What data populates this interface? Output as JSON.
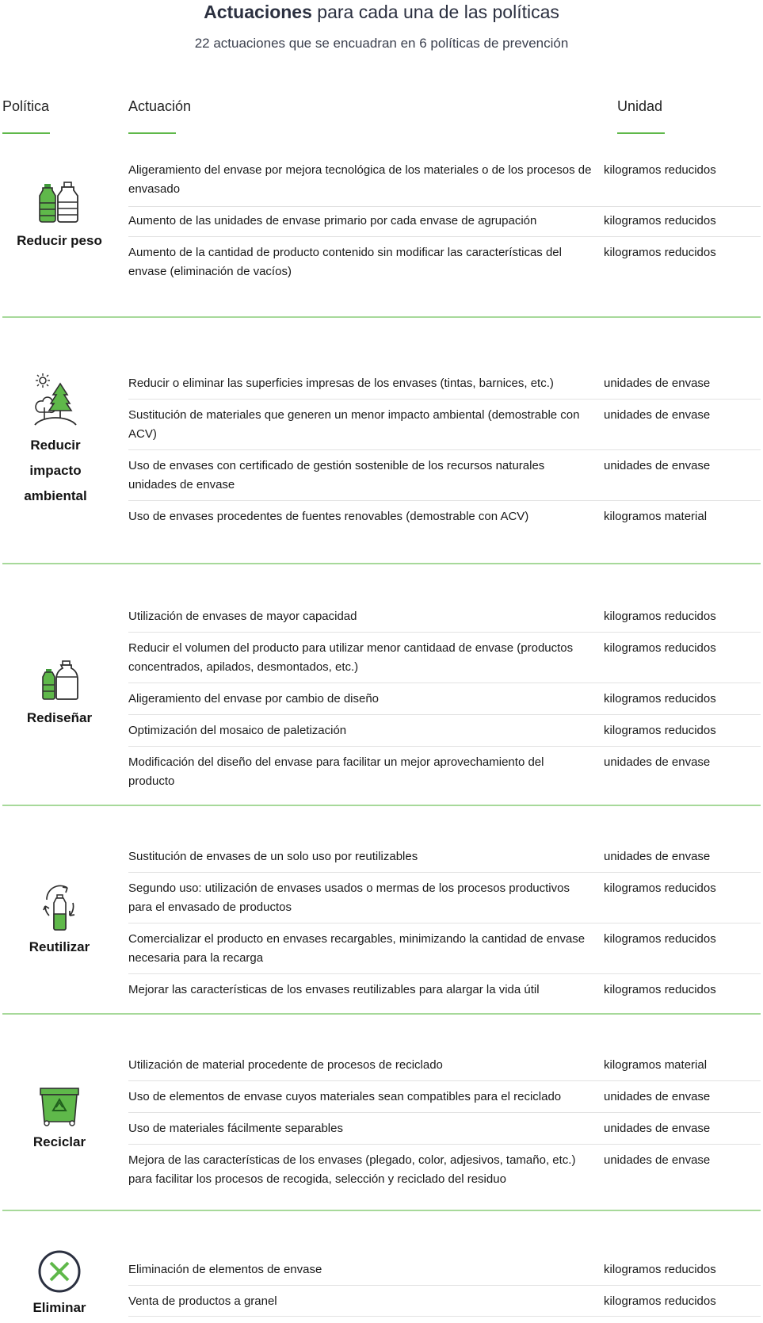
{
  "header": {
    "title_bold": "Actuaciones",
    "title_rest": " para cada una de las políticas",
    "subtitle": "22 actuaciones que se encuadran en 6 políticas de prevención"
  },
  "columns": {
    "policy": "Política",
    "action": "Actuación",
    "unit": "Unidad"
  },
  "colors": {
    "accent": "#5fb84a",
    "separator": "#a7d99a"
  },
  "policies": [
    {
      "name": "Reducir peso",
      "icon": "bottles-icon",
      "actions": [
        {
          "text": "Aligeramiento del envase por mejora tecnológica de los materiales o de los procesos de envasado",
          "unit": "kilogramos reducidos"
        },
        {
          "text": "Aumento de las unidades de envase primario por cada envase de agrupación",
          "unit": "kilogramos reducidos"
        },
        {
          "text": "Aumento de la cantidad de producto contenido sin modificar las características del envase (eliminación de vacíos)",
          "unit": "kilogramos reducidos"
        }
      ]
    },
    {
      "name": "Reducir impacto ambiental",
      "icon": "tree-sun-icon",
      "actions": [
        {
          "text": "Reducir o eliminar las superficies impresas de los envases (tintas, barnices, etc.)",
          "unit": "unidades de envase"
        },
        {
          "text": "Sustitución de materiales que generen un menor impacto ambiental (demostrable con ACV)",
          "unit": "unidades de envase"
        },
        {
          "text": "Uso de envases con certificado de gestión sostenible de los recursos naturales unidades de envase",
          "unit": "unidades de envase"
        },
        {
          "text": "Uso de envases procedentes de fuentes renovables (demostrable con ACV)",
          "unit": "kilogramos material"
        }
      ]
    },
    {
      "name": "Rediseñar",
      "icon": "redesign-bottles-icon",
      "actions": [
        {
          "text": "Utilización de envases de mayor capacidad",
          "unit": "kilogramos reducidos"
        },
        {
          "text": "Reducir el volumen del producto para utilizar menor cantidaad de envase (productos concentrados, apilados, desmontados, etc.)",
          "unit": "kilogramos reducidos"
        },
        {
          "text": "Aligeramiento del envase por cambio de diseño",
          "unit": "kilogramos reducidos"
        },
        {
          "text": "Optimización del mosaico de paletización",
          "unit": "kilogramos reducidos"
        },
        {
          "text": "Modificación del diseño del envase para facilitar un mejor aprovechamiento del producto",
          "unit": "unidades de envase"
        }
      ]
    },
    {
      "name": "Reutilizar",
      "icon": "reuse-bottle-icon",
      "actions": [
        {
          "text": "Sustitución de envases de un solo uso por reutilizables",
          "unit": "unidades de envase"
        },
        {
          "text": "Segundo uso: utilización de envases usados o mermas de los procesos productivos para el envasado de productos",
          "unit": "kilogramos reducidos"
        },
        {
          "text": "Comercializar el producto en envases recargables, minimizando la cantidad de envase necesaria para la recarga",
          "unit": "kilogramos reducidos"
        },
        {
          "text": "Mejorar las características de los envases reutilizables para alargar la vida útil",
          "unit": "kilogramos reducidos"
        }
      ]
    },
    {
      "name": "Reciclar",
      "icon": "recycle-bin-icon",
      "actions": [
        {
          "text": "Utilización de material procedente de procesos de reciclado",
          "unit": "kilogramos material"
        },
        {
          "text": "Uso de elementos de envase cuyos materiales sean compatibles para el reciclado",
          "unit": "unidades de envase"
        },
        {
          "text": "Uso de materiales fácilmente separables",
          "unit": "unidades de envase"
        },
        {
          "text": "Mejora de las características de los envases (plegado, color, adjesivos, tamaño, etc.) para facilitar los procesos de recogida, selección y reciclado del residuo",
          "unit": "unidades de envase"
        }
      ]
    },
    {
      "name": "Eliminar",
      "icon": "eliminate-x-icon",
      "actions": [
        {
          "text": "Eliminación de elementos de envase",
          "unit": "kilogramos reducidos"
        },
        {
          "text": "Venta de productos a granel",
          "unit": "kilogramos reducidos"
        }
      ]
    }
  ]
}
